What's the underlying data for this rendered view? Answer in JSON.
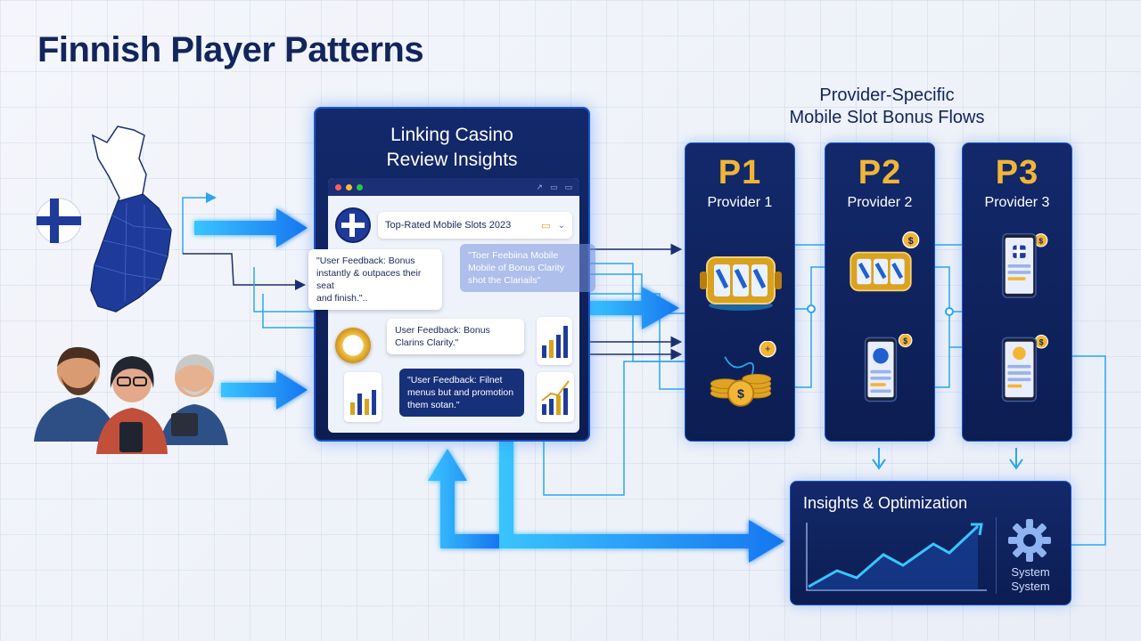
{
  "title": "Finnish Player Patterns",
  "review_panel": {
    "title_line1": "Linking Casino",
    "title_line2": "Review Insights",
    "search_text": "Top-Rated Mobile Slots 2023",
    "bubbles": {
      "left_quote_line1": "\"User Feedback: Bonus",
      "left_quote_line2": "instantly & outpaces their seat",
      "left_quote_line3": "and finish.\"..",
      "right_quote_line1": "\"Toer Feebiina Mobile",
      "right_quote_line2": "Mobile of Bonus Clarity",
      "right_quote_line3": "shot the Clariails\"",
      "clarity_line1": "User Feedback: Bonus",
      "clarity_line2": "Clarins Clarity.\"",
      "bottom_line1": "\"User Feedback: Filnet",
      "bottom_line2": "menus but and promotion",
      "bottom_line3": "them sotan.\""
    }
  },
  "providers_header": {
    "line1": "Provider-Specific",
    "line2": "Mobile Slot Bonus Flows"
  },
  "providers": [
    {
      "code": "P1",
      "name": "Provider 1"
    },
    {
      "code": "P2",
      "name": "Provider 2"
    },
    {
      "code": "P3",
      "name": "Provider 3"
    }
  ],
  "insights": {
    "title": "Insights & Optimization",
    "system_line1": "System",
    "system_line2": "System"
  },
  "colors": {
    "navy": "#0c1d52",
    "accent_blue": "#1e90ff",
    "gold": "#f2b535",
    "finland_blue": "#1f3b9a"
  },
  "icons": [
    "finland-map-icon",
    "finland-flag-icon",
    "players-icon",
    "slot-machine-icon",
    "coin-stack-icon",
    "smartphone-icon",
    "gear-icon",
    "trend-chart-icon"
  ]
}
